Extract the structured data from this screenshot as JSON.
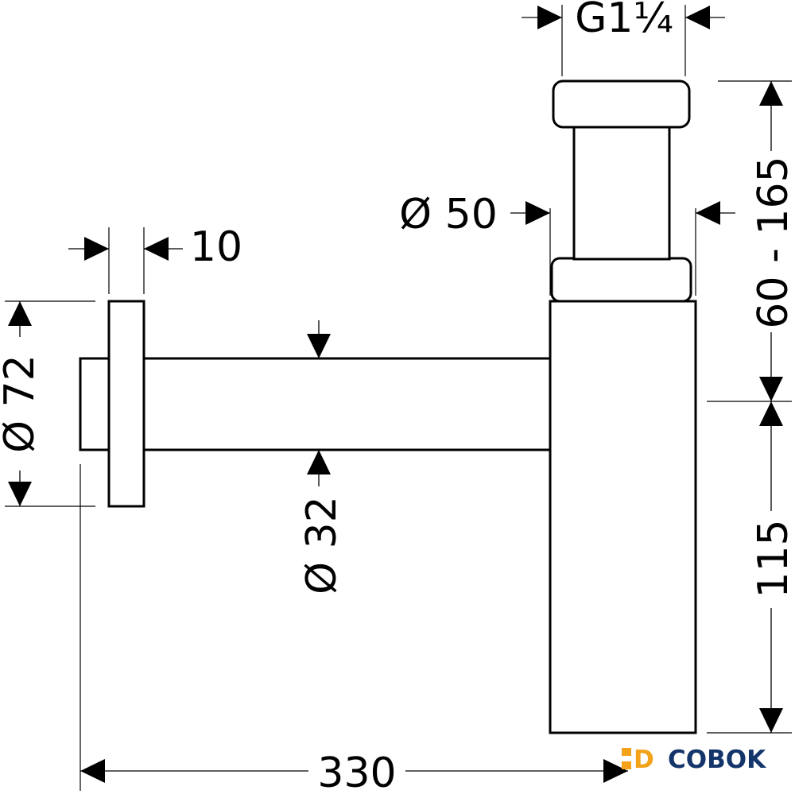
{
  "dimensions": {
    "thread": "G1¼",
    "outlet_diameter": "Ø 50",
    "wall_gap": "10",
    "rosette_diameter": "Ø 72",
    "pipe_diameter": "Ø 32",
    "height_range": "60 - 165",
    "lower_height": "115",
    "length": "330"
  },
  "watermark": {
    "text": "COBOK",
    "prefix": "D",
    "accent_color": "#f3a21a",
    "brand_color": "#14356a"
  },
  "colors": {
    "line": "#000000",
    "background": "#ffffff"
  }
}
